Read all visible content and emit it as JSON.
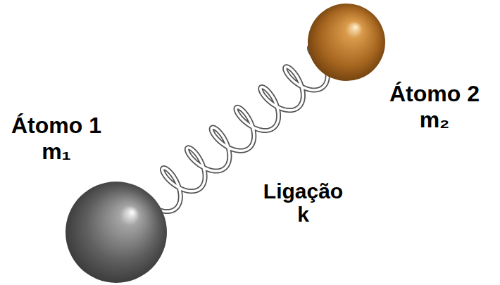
{
  "diagram": {
    "nodes": [
      {
        "text": [
          "Átomo 1 m₁"
        ]
      },
      {
        "text": [
          "Átomo 2 m₂"
        ]
      }
    ],
    "edges": [
      {
        "from": 0,
        "to": 1,
        "arrow": "none",
        "label": "Ligação k"
      }
    ]
  }
}
